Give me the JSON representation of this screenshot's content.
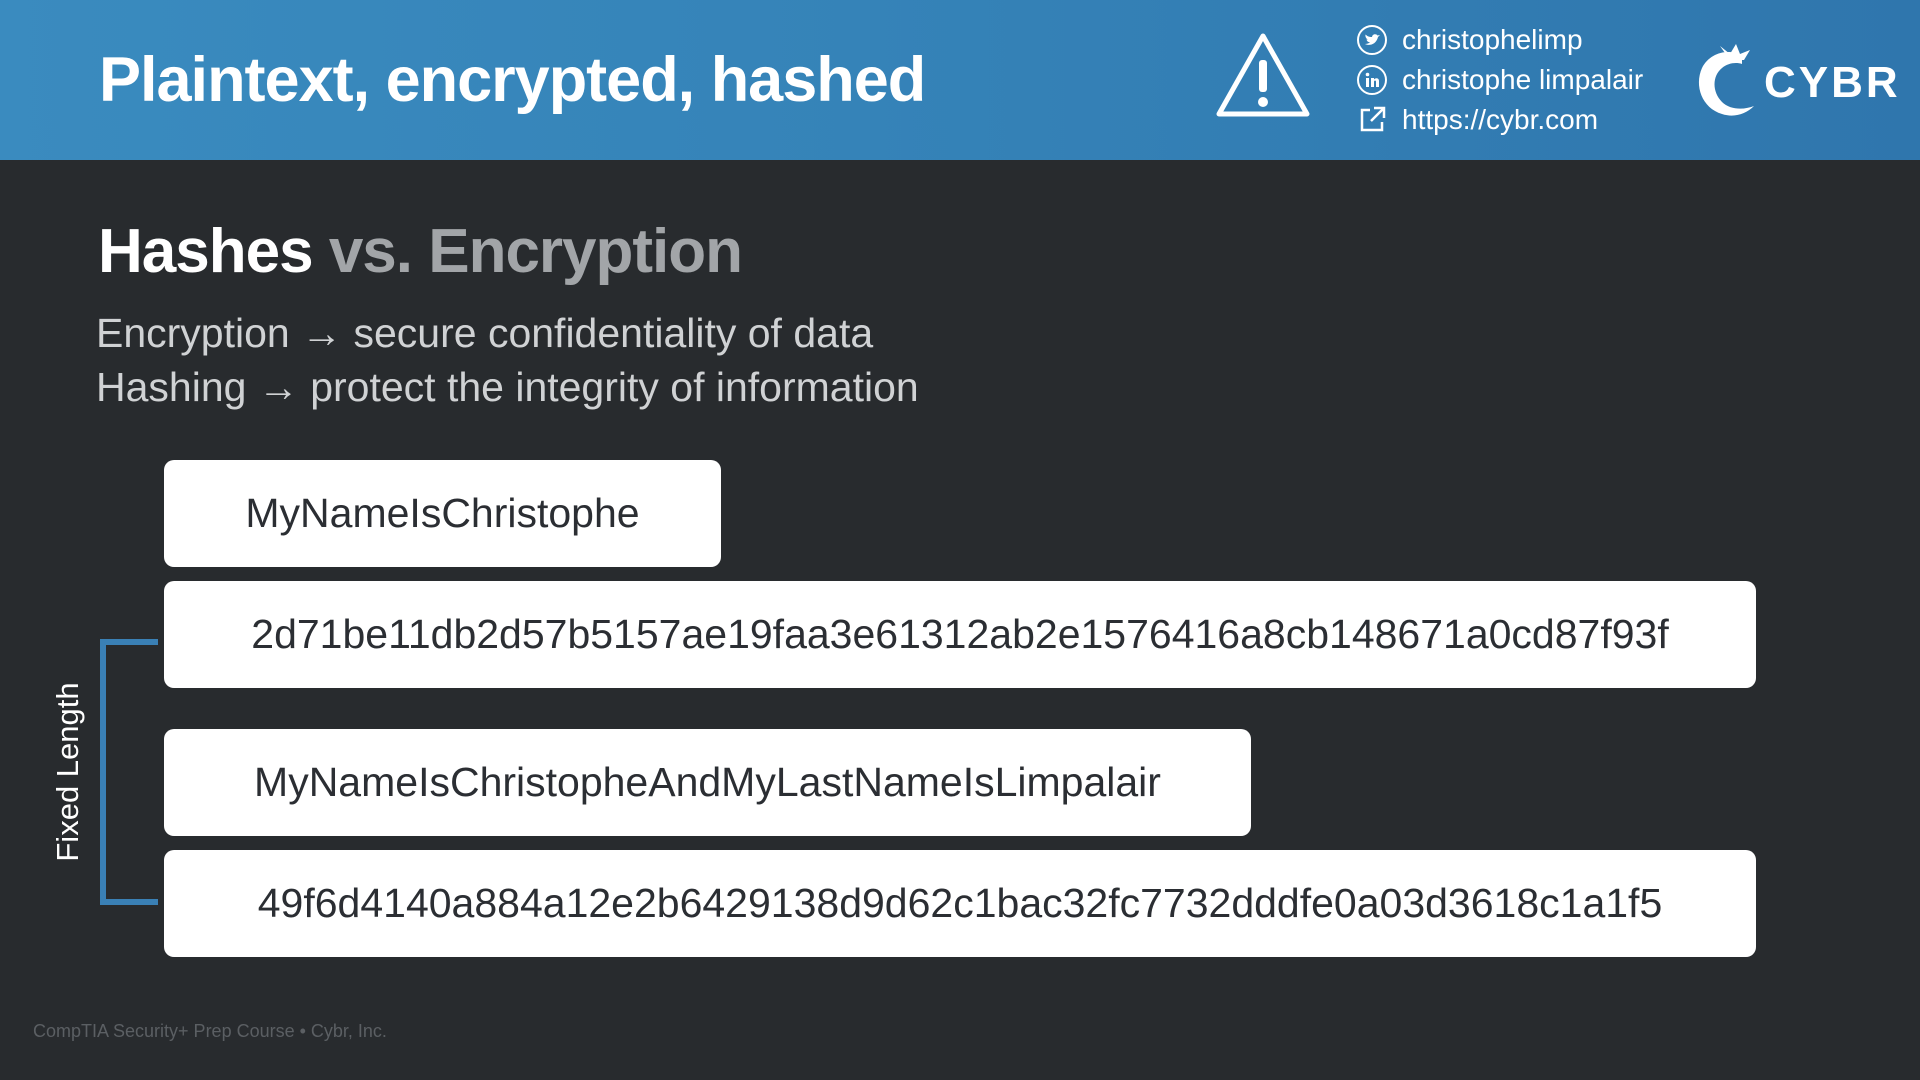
{
  "header": {
    "title": "Plaintext, encrypted, hashed",
    "social": [
      {
        "icon": "twitter-icon",
        "label": "christophelimp"
      },
      {
        "icon": "linkedin-icon",
        "label": "christophe limpalair"
      },
      {
        "icon": "external-link-icon",
        "label": "https://cybr.com"
      }
    ],
    "logo_text": "CYBR"
  },
  "section": {
    "title_strong": "Hashes",
    "title_muted": "vs. Encryption",
    "line1": "Encryption → secure confidentiality of data",
    "line2": "Hashing → protect the integrity of information"
  },
  "boxes": {
    "plaintext_1": "MyNameIsChristophe",
    "hash_1": "2d71be11db2d57b5157ae19faa3e61312ab2e1576416a8cb148671a0cd87f93f",
    "plaintext_2": "MyNameIsChristopheAndMyLastNameIsLimpalair",
    "hash_2": "49f6d4140a884a12e2b6429138d9d62c1bac32fc7732dddfe0a03d3618c1a1f5"
  },
  "bracket_label": "Fixed Length",
  "footer": "CompTIA Security+ Prep Course • Cybr, Inc.",
  "colors": {
    "header_blue": "#3583b8",
    "background": "#282b2e",
    "bracket_blue": "#3a80b5"
  }
}
